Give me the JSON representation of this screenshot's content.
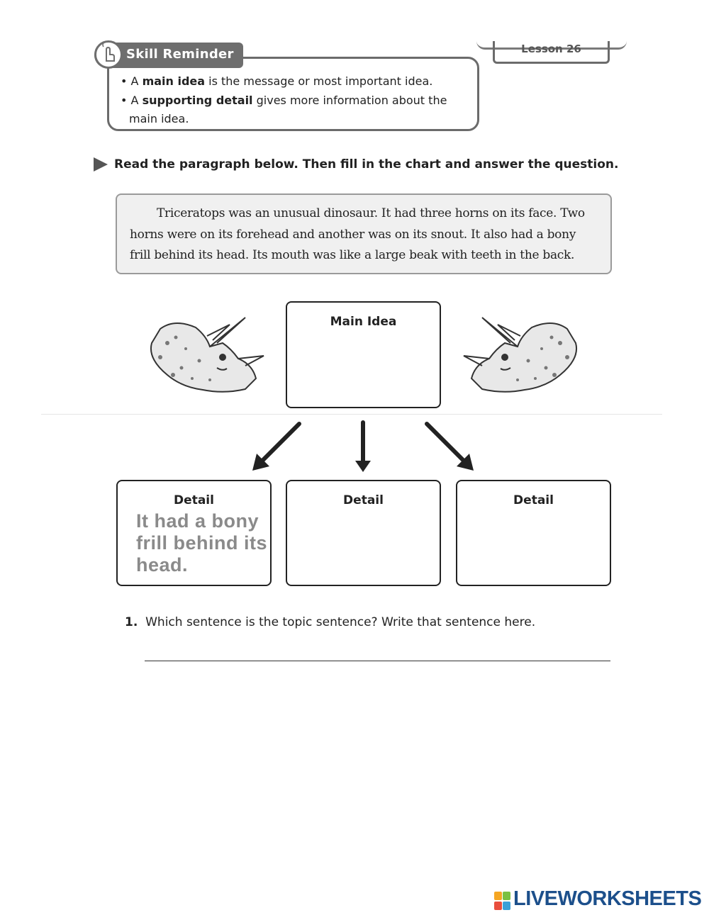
{
  "reminder": {
    "title": "Skill Reminder",
    "bullet1": {
      "pre": "A ",
      "bold": "main idea",
      "post": " is the message or most important idea."
    },
    "bullet2": {
      "pre": "A ",
      "bold": "supporting detail",
      "post": " gives more information about the",
      "cont": "main idea."
    }
  },
  "lesson": "Lesson 26",
  "instruction": "Read the paragraph below. Then fill in the chart and answer the question.",
  "paragraph": "Triceratops was an unusual dinosaur. It had three horns on its face. Two horns were on its forehead and another was on its snout. It also had a bony frill behind its head. Its mouth was like a large beak with teeth in the back.",
  "chart": {
    "main_label": "Main Idea",
    "detail1_label": "Detail",
    "detail2_label": "Detail",
    "detail3_label": "Detail",
    "detail1_answer": [
      "It had a bony",
      "frill behind its",
      "head."
    ]
  },
  "question": {
    "number": "1.",
    "text": "Which sentence is the topic sentence? Write that sentence here."
  },
  "brand": {
    "name": "LIVEWORKSHEETS",
    "colors": [
      "#f5a623",
      "#7ac143",
      "#e94e3d",
      "#3aa0d8"
    ]
  }
}
